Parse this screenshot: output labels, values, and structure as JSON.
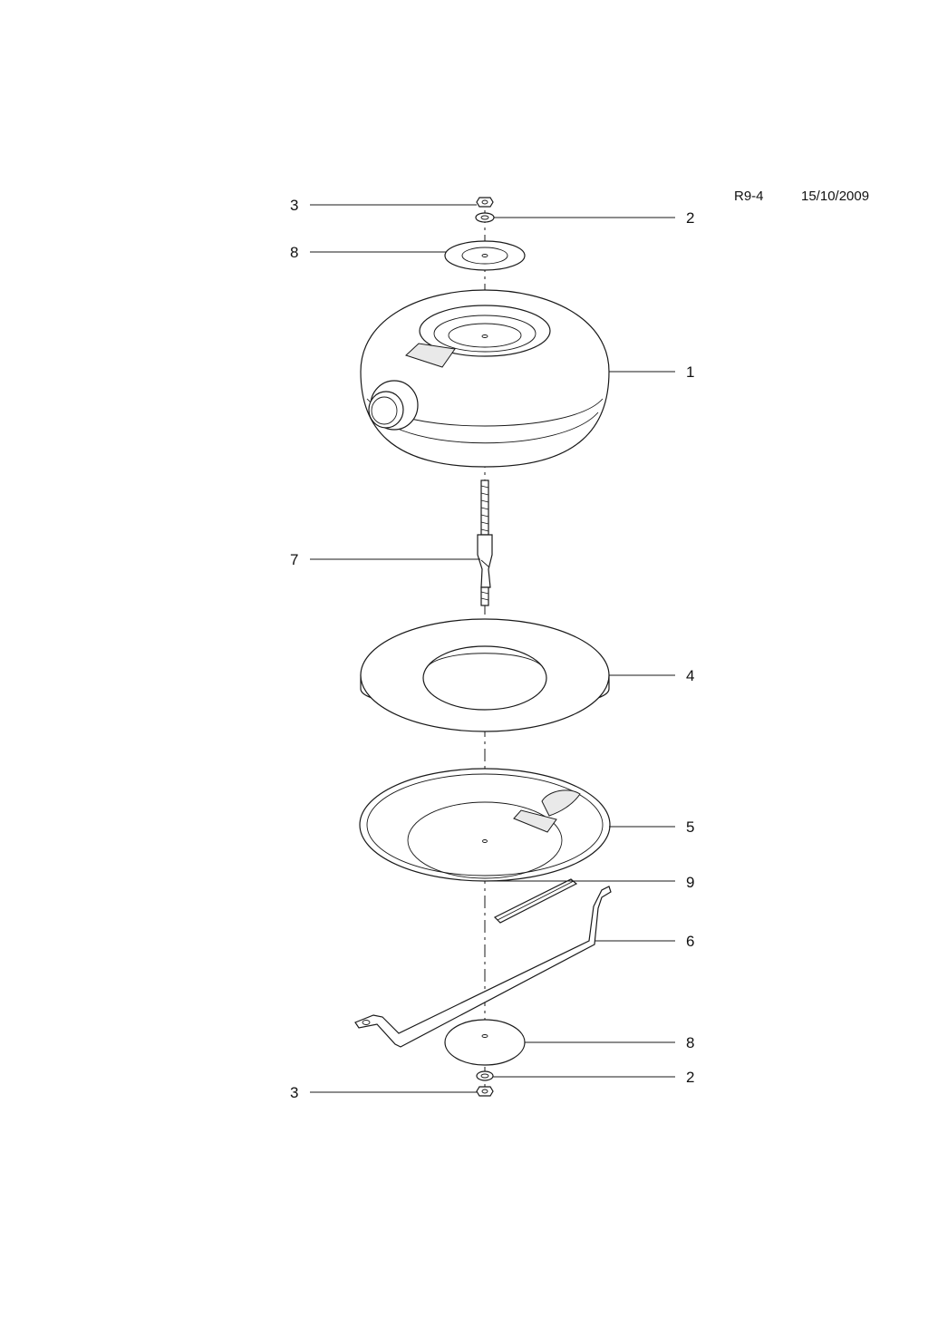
{
  "header": {
    "code": "R9-4",
    "date": "15/10/2009"
  },
  "callouts": [
    {
      "id": "c3-top",
      "label": "3"
    },
    {
      "id": "c2-top",
      "label": "2"
    },
    {
      "id": "c8-top",
      "label": "8"
    },
    {
      "id": "c1",
      "label": "1"
    },
    {
      "id": "c7",
      "label": "7"
    },
    {
      "id": "c4",
      "label": "4"
    },
    {
      "id": "c5",
      "label": "5"
    },
    {
      "id": "c9",
      "label": "9"
    },
    {
      "id": "c6",
      "label": "6"
    },
    {
      "id": "c8-bot",
      "label": "8"
    },
    {
      "id": "c2-bot",
      "label": "2"
    },
    {
      "id": "c3-bot",
      "label": "3"
    }
  ]
}
